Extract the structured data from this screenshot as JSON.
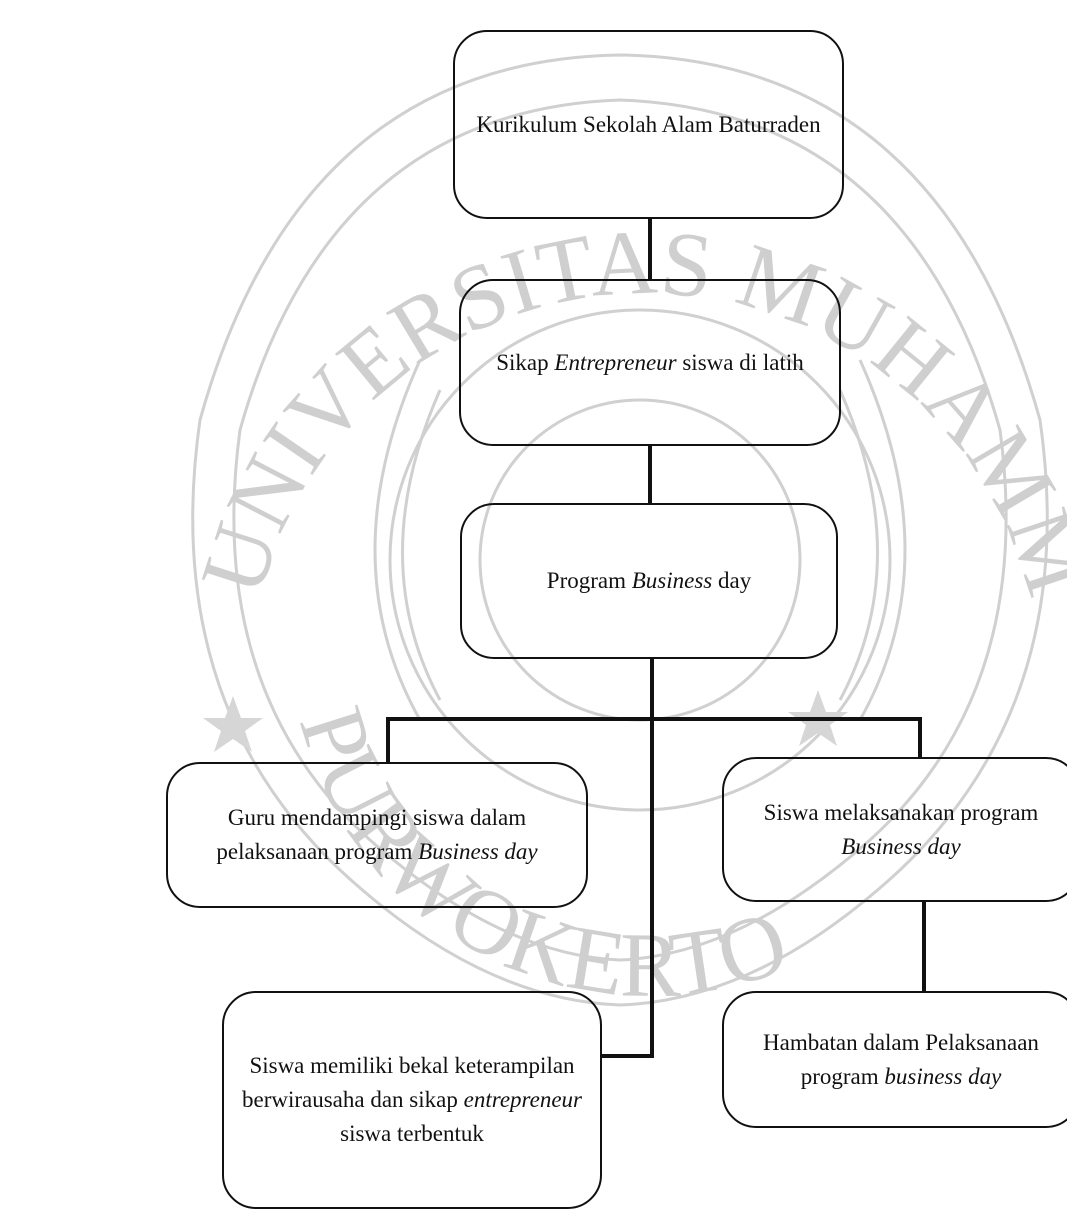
{
  "nodes": {
    "kurikulum": {
      "parts": [
        {
          "t": "Kurikulum Sekolah Alam Baturraden"
        }
      ]
    },
    "sikap": {
      "parts": [
        {
          "t": "Sikap "
        },
        {
          "t": "Entrepreneur",
          "i": true
        },
        {
          "t": " siswa di latih"
        }
      ]
    },
    "program": {
      "parts": [
        {
          "t": "Program "
        },
        {
          "t": "Business",
          "i": true
        },
        {
          "t": " day"
        }
      ]
    },
    "guru": {
      "parts": [
        {
          "t": "Guru mendampingi siswa dalam pelaksanaan program "
        },
        {
          "t": "Business day",
          "i": true
        }
      ]
    },
    "siswa_melaksanakan": {
      "parts": [
        {
          "t": "Siswa melaksanakan program "
        },
        {
          "t": "Business day",
          "i": true
        }
      ]
    },
    "hambatan": {
      "parts": [
        {
          "t": "Hambatan dalam Pelaksanaan program "
        },
        {
          "t": "business day",
          "i": true
        }
      ]
    },
    "siswa_memiliki": {
      "parts": [
        {
          "t": "Siswa memiliki bekal keterampilan berwirausaha dan sikap "
        },
        {
          "t": "entrepreneur",
          "i": true
        },
        {
          "t": " siswa terbentuk"
        }
      ]
    }
  },
  "watermark": {
    "ring_top": "UNIVERSITAS MUHAMMADIYAH",
    "ring_bottom": "PURWOKERTO",
    "color": "#c8c8c8"
  },
  "colors": {
    "line": "#111111",
    "background": "#ffffff"
  }
}
